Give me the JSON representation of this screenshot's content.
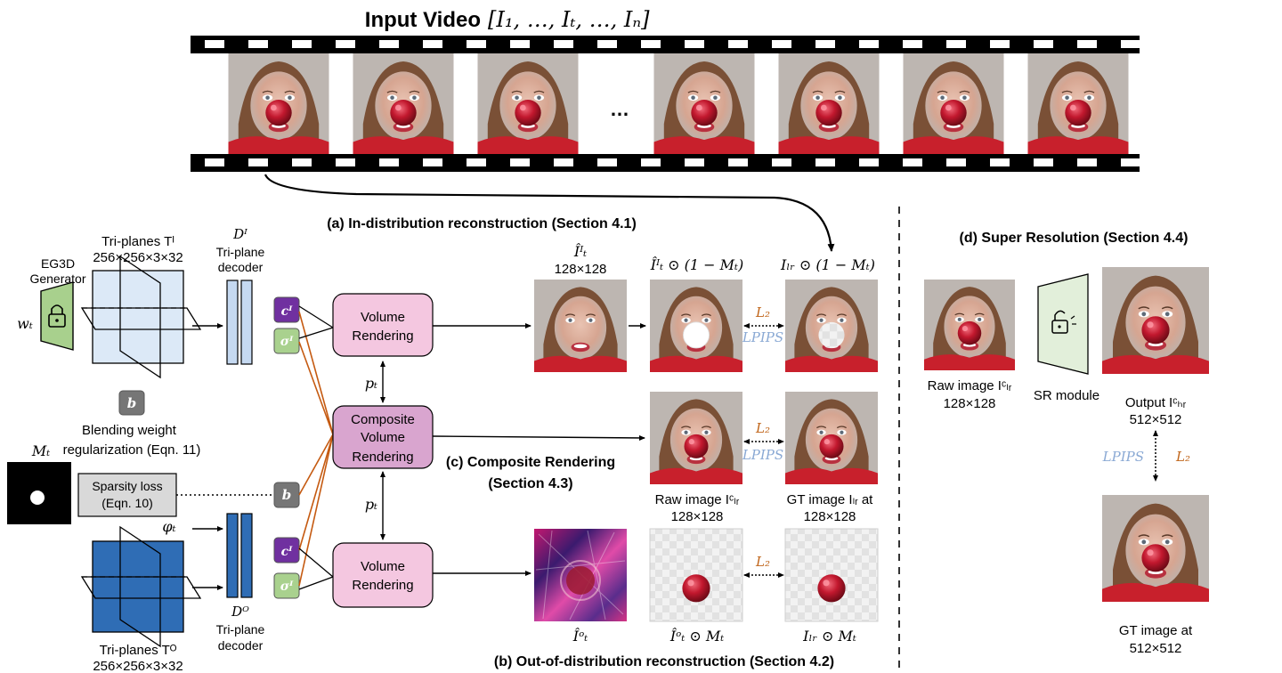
{
  "title": "Input Video",
  "title_math": "[I₁, …, Iₜ, …, Iₙ]",
  "ellipsis": "…",
  "section_a": "(a) In-distribution reconstruction (Section 4.1)",
  "section_b": "(b) Out-of-distribution reconstruction (Section 4.2)",
  "section_c_line1": "(c) Composite Rendering",
  "section_c_line2": "(Section 4.3)",
  "section_d": "(d) Super Resolution (Section 4.4)",
  "generator": {
    "line1": "EG3D",
    "line2": "Generator",
    "input": "wₜ"
  },
  "triplane_in": {
    "line1": "Tri-planes Tᴵ",
    "line2": "256×256×3×32"
  },
  "triplane_out": {
    "line1": "Tri-planes Tᴼ",
    "line2": "256×256×3×32"
  },
  "decoder_in": {
    "name": "Dᴵ",
    "line1": "Tri-plane",
    "line2": "decoder"
  },
  "decoder_out": {
    "name": "Dᴼ",
    "line1": "Tri-plane",
    "line2": "decoder"
  },
  "phi": "φₜ",
  "mask_label": "Mₜ",
  "b": "b",
  "c": "cᴵ",
  "sigma": "σᴵ",
  "blend_line1": "Blending weight",
  "blend_line2": "regularization (Eqn. 11)",
  "sparsity_line1": "Sparsity loss",
  "sparsity_line2": "(Eqn. 10)",
  "volume_rendering_line1": "Volume",
  "volume_rendering_line2": "Rendering",
  "composite_line1": "Composite",
  "composite_line2": "Volume",
  "composite_line3": "Rendering",
  "pt": "pₜ",
  "img_a1_line1": "Îᴵₜ",
  "img_a1_line2": "128×128",
  "img_a2": "Îᴵₜ ⊙ (1 − Mₜ)",
  "img_a3": "Iₗᵣ ⊙ (1 − Mₜ)",
  "img_b1": "Îᵒₜ",
  "img_b2": "Îᵒₜ ⊙ Mₜ",
  "img_b3": "Iₗᵣ ⊙ Mₜ",
  "img_c_raw_line1": "Raw image Iᶜₗᵣ",
  "img_c_raw_line2": "128×128",
  "img_c_gt_line1": "GT image Iₗᵣ at",
  "img_c_gt_line2": "128×128",
  "loss_l2": "L₂",
  "loss_lpips": "LPIPS",
  "sr_raw_line1": "Raw image Iᶜₗᵣ",
  "sr_raw_line2": "128×128",
  "sr_module": "SR module",
  "sr_out_line1": "Output Iᶜₕᵣ",
  "sr_out_line2": "512×512",
  "sr_gt_line1": "GT image at",
  "sr_gt_line2": "512×512",
  "colors": {
    "generator": "#a8d08d",
    "triplane_in": "#dce9f7",
    "triplane_out": "#2f6db5",
    "decoder_in": "#c5d9f1",
    "decoder_out": "#2f6db5",
    "c_box": "#7030a0",
    "sigma_box": "#a9d18e",
    "b_box": "#767676",
    "volume": "#f4c7e0",
    "composite": "#d9a5cf",
    "orange_line": "#c55a11",
    "sr_module": "#e2efda"
  }
}
